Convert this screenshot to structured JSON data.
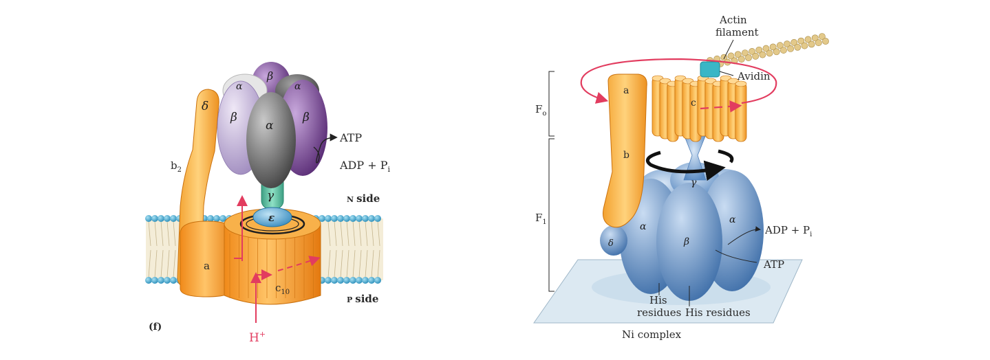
{
  "left_panel": {
    "panel_letter": "(f)",
    "labels": {
      "delta": "δ",
      "b2_main": "b",
      "b2_sub": "2",
      "alpha_top_left": "α",
      "beta_top": "β",
      "alpha_top_right": "α",
      "beta_left": "β",
      "alpha_center": "α",
      "beta_right": "β",
      "gamma": "γ",
      "epsilon": "ε",
      "a": "a",
      "c_main": "c",
      "c_sub": "10",
      "atp": "ATP",
      "adp_pi_main": "ADP + P",
      "adp_pi_sub": "i",
      "n_side_letter": "N",
      "n_side_word": "side",
      "p_side_letter": "P",
      "p_side_word": "side",
      "h_plus_main": "H",
      "h_plus_sup": "+"
    }
  },
  "right_panel": {
    "labels": {
      "actin_line1": "Actin",
      "actin_line2": "filament",
      "avidin": "Avidin",
      "a": "a",
      "c": "c",
      "fo_main": "F",
      "fo_sub": "o",
      "b": "b",
      "gamma": "γ",
      "f1_main": "F",
      "f1_sub": "1",
      "alpha_left": "α",
      "beta": "β",
      "alpha_right": "α",
      "delta": "δ",
      "adp_pi_main": "ADP + P",
      "adp_pi_sub": "i",
      "atp": "ATP",
      "his_left_line1": "His",
      "his_left_line2": "residues",
      "his_right": "His residues",
      "ni_complex": "Ni complex"
    }
  },
  "colors": {
    "orange": "#f6a623",
    "orange_dark": "#e07a10",
    "purple": "#7a4e92",
    "lavender": "#b9a7cf",
    "gray": "#6e6e6e",
    "teal": "#5cc0a2",
    "blue": "#7da7d6",
    "blue_dark": "#4f7fb9",
    "red_arrow": "#e23c5f",
    "membrane_head": "#3aa6cf"
  }
}
